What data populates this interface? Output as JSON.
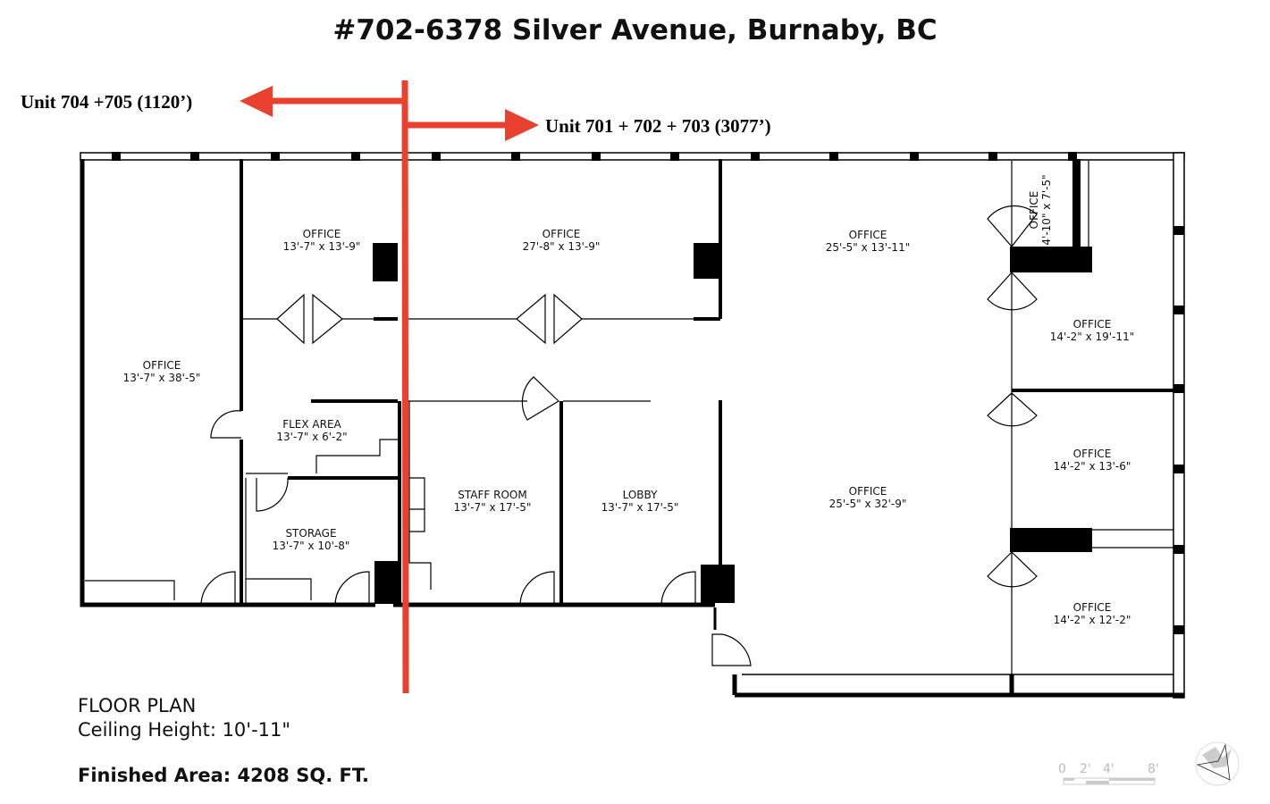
{
  "title": "#702-6378 Silver Avenue, Burnaby, BC",
  "units_left": "Unit 704 +705 (1120’)",
  "units_right": "Unit 701 + 702 + 703 (3077’)",
  "rooms": [
    {
      "name": "OFFICE",
      "dims": "13'-7\" x 38'-5\""
    },
    {
      "name": "OFFICE",
      "dims": "13'-7\" x 13'-9\""
    },
    {
      "name": "OFFICE",
      "dims": "27'-8\" x 13'-9\""
    },
    {
      "name": "OFFICE",
      "dims": "25'-5\" x  13'-11\""
    },
    {
      "name": "OFFICE",
      "dims": "4'-10\" x 7'-5\""
    },
    {
      "name": "OFFICE",
      "dims": "14'-2\" x  19'-11\""
    },
    {
      "name": "FLEX AREA",
      "dims": "13'-7\" x 6'-2\""
    },
    {
      "name": "STAFF ROOM",
      "dims": "13'-7\" x 17'-5\""
    },
    {
      "name": "LOBBY",
      "dims": "13'-7\" x 17'-5\""
    },
    {
      "name": "OFFICE",
      "dims": "25'-5\" x 32'-9\""
    },
    {
      "name": "OFFICE",
      "dims": "14'-2\" x 13'-6\""
    },
    {
      "name": "STORAGE",
      "dims": "13'-7\" x 10'-8\""
    },
    {
      "name": "OFFICE",
      "dims": "14'-2\" x 12'-2\""
    }
  ],
  "floor_plan_label": "FLOOR PLAN",
  "ceiling_height": "Ceiling Height: 10'-11\"",
  "finished_area": "Finished Area:  4208 SQ. FT.",
  "scale_ticks": [
    "0",
    "2'",
    "4'",
    "8'"
  ],
  "colors": {
    "divider": "#e8412f",
    "wall": "#000000"
  }
}
